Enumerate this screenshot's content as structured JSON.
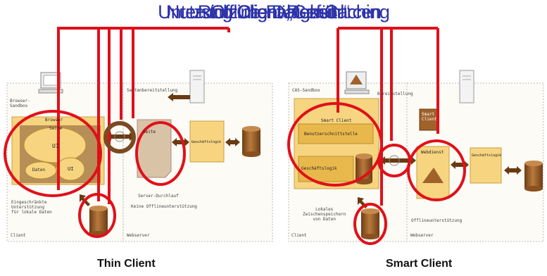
{
  "title_layers": [
    "Unterstützung Daten-Caching",
    "Offline-Fähigkeit",
    "Rich Client „Gefühl“",
    "Nutzung Client-Ressourcen"
  ],
  "left": {
    "caption": "Thin Client",
    "browser_sandbox": "Browser-\nSandbox",
    "browser": "Browser",
    "seite_inner": "Seite",
    "ui_main": "UI",
    "daten": "Daten",
    "ui_small": "UI",
    "seite_doc": "Seite",
    "seitenbereitstellung": "Seitenbereitstellung",
    "geschaeftslogik": "Geschäftslogik",
    "eingeschraenkte": "Eingeschränkte\nUnterstützung\nfür lokale Daten",
    "server_durchlauf": "Server-Durchlauf",
    "keine_offline": "Keine Offlineunterstützung",
    "client": "Client",
    "webserver": "Webserver"
  },
  "right": {
    "caption": "Smart Client",
    "cas_sandbox": "CAS-Sandbox",
    "bereitstellung": "Bereitstellung",
    "smart_client": "Smart Client",
    "benutzer": "Benutzerschnittstelle",
    "geschaeftslogik_inner": "Geschäftslogik",
    "smart_client_server": "Smart\nClient",
    "webdienst": "Webdienst",
    "geschaeftslogik_server": "Geschäftslogik",
    "lokales": "Lokales\nZwischenspeichern\nvon Daten",
    "offline": "Offlineunterstützung",
    "client": "Client",
    "webserver": "Webserver"
  },
  "colors": {
    "title": "#2e33a8",
    "highlight": "#e0101a",
    "box": "#f7d580",
    "box_dark": "#e9b84c",
    "cylinder": "#a0612a",
    "arrow": "#6a3a12"
  }
}
